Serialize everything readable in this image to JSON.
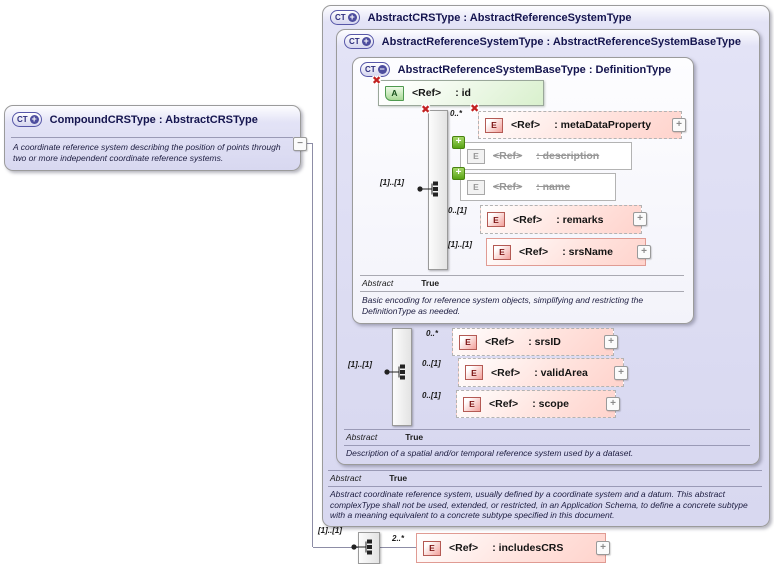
{
  "colors": {
    "lavender_fill": "#d8d8f0",
    "box_border": "#9b9b9b",
    "navy_text": "#15154f",
    "element_pink": "#ffd3cc",
    "element_border_red": "#e09b93",
    "attribute_green": "#d9f0cd",
    "badge_red": "#c32222",
    "badge_green": "#57a313",
    "connector": "#8d8da6"
  },
  "glyphs": {
    "ct": "CT",
    "plus": "+",
    "minus": "−",
    "e": "E",
    "a": "A",
    "x_badge": "✖",
    "expand": "+",
    "collapse": "−"
  },
  "compound": {
    "title": "CompoundCRSType : AbstractCRSType",
    "description": "A coordinate reference system describing the position of points through two or more independent coordinate reference systems.",
    "content": {
      "sequence_occurs": "[1]..[1]",
      "element": {
        "occurs": "2..*",
        "ref": "<Ref>",
        "name": ": includesCRS"
      }
    }
  },
  "outer": {
    "title": "AbstractCRSType : AbstractReferenceSystemType",
    "abstract_label": "Abstract",
    "abstract_value": "True",
    "description": "Abstract coordinate reference system, usually defined by a coordinate system and a datum. This abstract complexType shall not be used, extended, or restricted, in an Application Schema, to define a concrete subtype with a meaning equivalent to a concrete subtype specified in this document."
  },
  "middle": {
    "title": "AbstractReferenceSystemType : AbstractReferenceSystemBaseType",
    "abstract_label": "Abstract",
    "abstract_value": "True",
    "description": "Description of a spatial and/or temporal reference system used by a dataset.",
    "sequence": {
      "occurs": "[1]..[1]",
      "elements": [
        {
          "occurs": "0..*",
          "ref": "<Ref>",
          "name": ": srsID"
        },
        {
          "occurs": "0..[1]",
          "ref": "<Ref>",
          "name": ": validArea"
        },
        {
          "occurs": "0..[1]",
          "ref": "<Ref>",
          "name": ": scope"
        }
      ]
    }
  },
  "inner": {
    "title": "AbstractReferenceSystemBaseType : DefinitionType",
    "abstract_label": "Abstract",
    "abstract_value": "True",
    "description": "Basic encoding for reference system objects, simplifying and restricting the DefinitionType as needed.",
    "attribute": {
      "ref": "<Ref>",
      "name": ": id"
    },
    "sequence": {
      "occurs": "[1]..[1]",
      "elements": [
        {
          "occurs": "0..*",
          "ref": "<Ref>",
          "name": ": metaDataProperty"
        },
        {
          "occurs": "",
          "ref": "<Ref>",
          "name": ": description"
        },
        {
          "occurs": "",
          "ref": "<Ref>",
          "name": ": name"
        },
        {
          "occurs": "0..[1]",
          "ref": "<Ref>",
          "name": ": remarks"
        },
        {
          "occurs": "[1]..[1]",
          "ref": "<Ref>",
          "name": ": srsName"
        }
      ]
    }
  }
}
